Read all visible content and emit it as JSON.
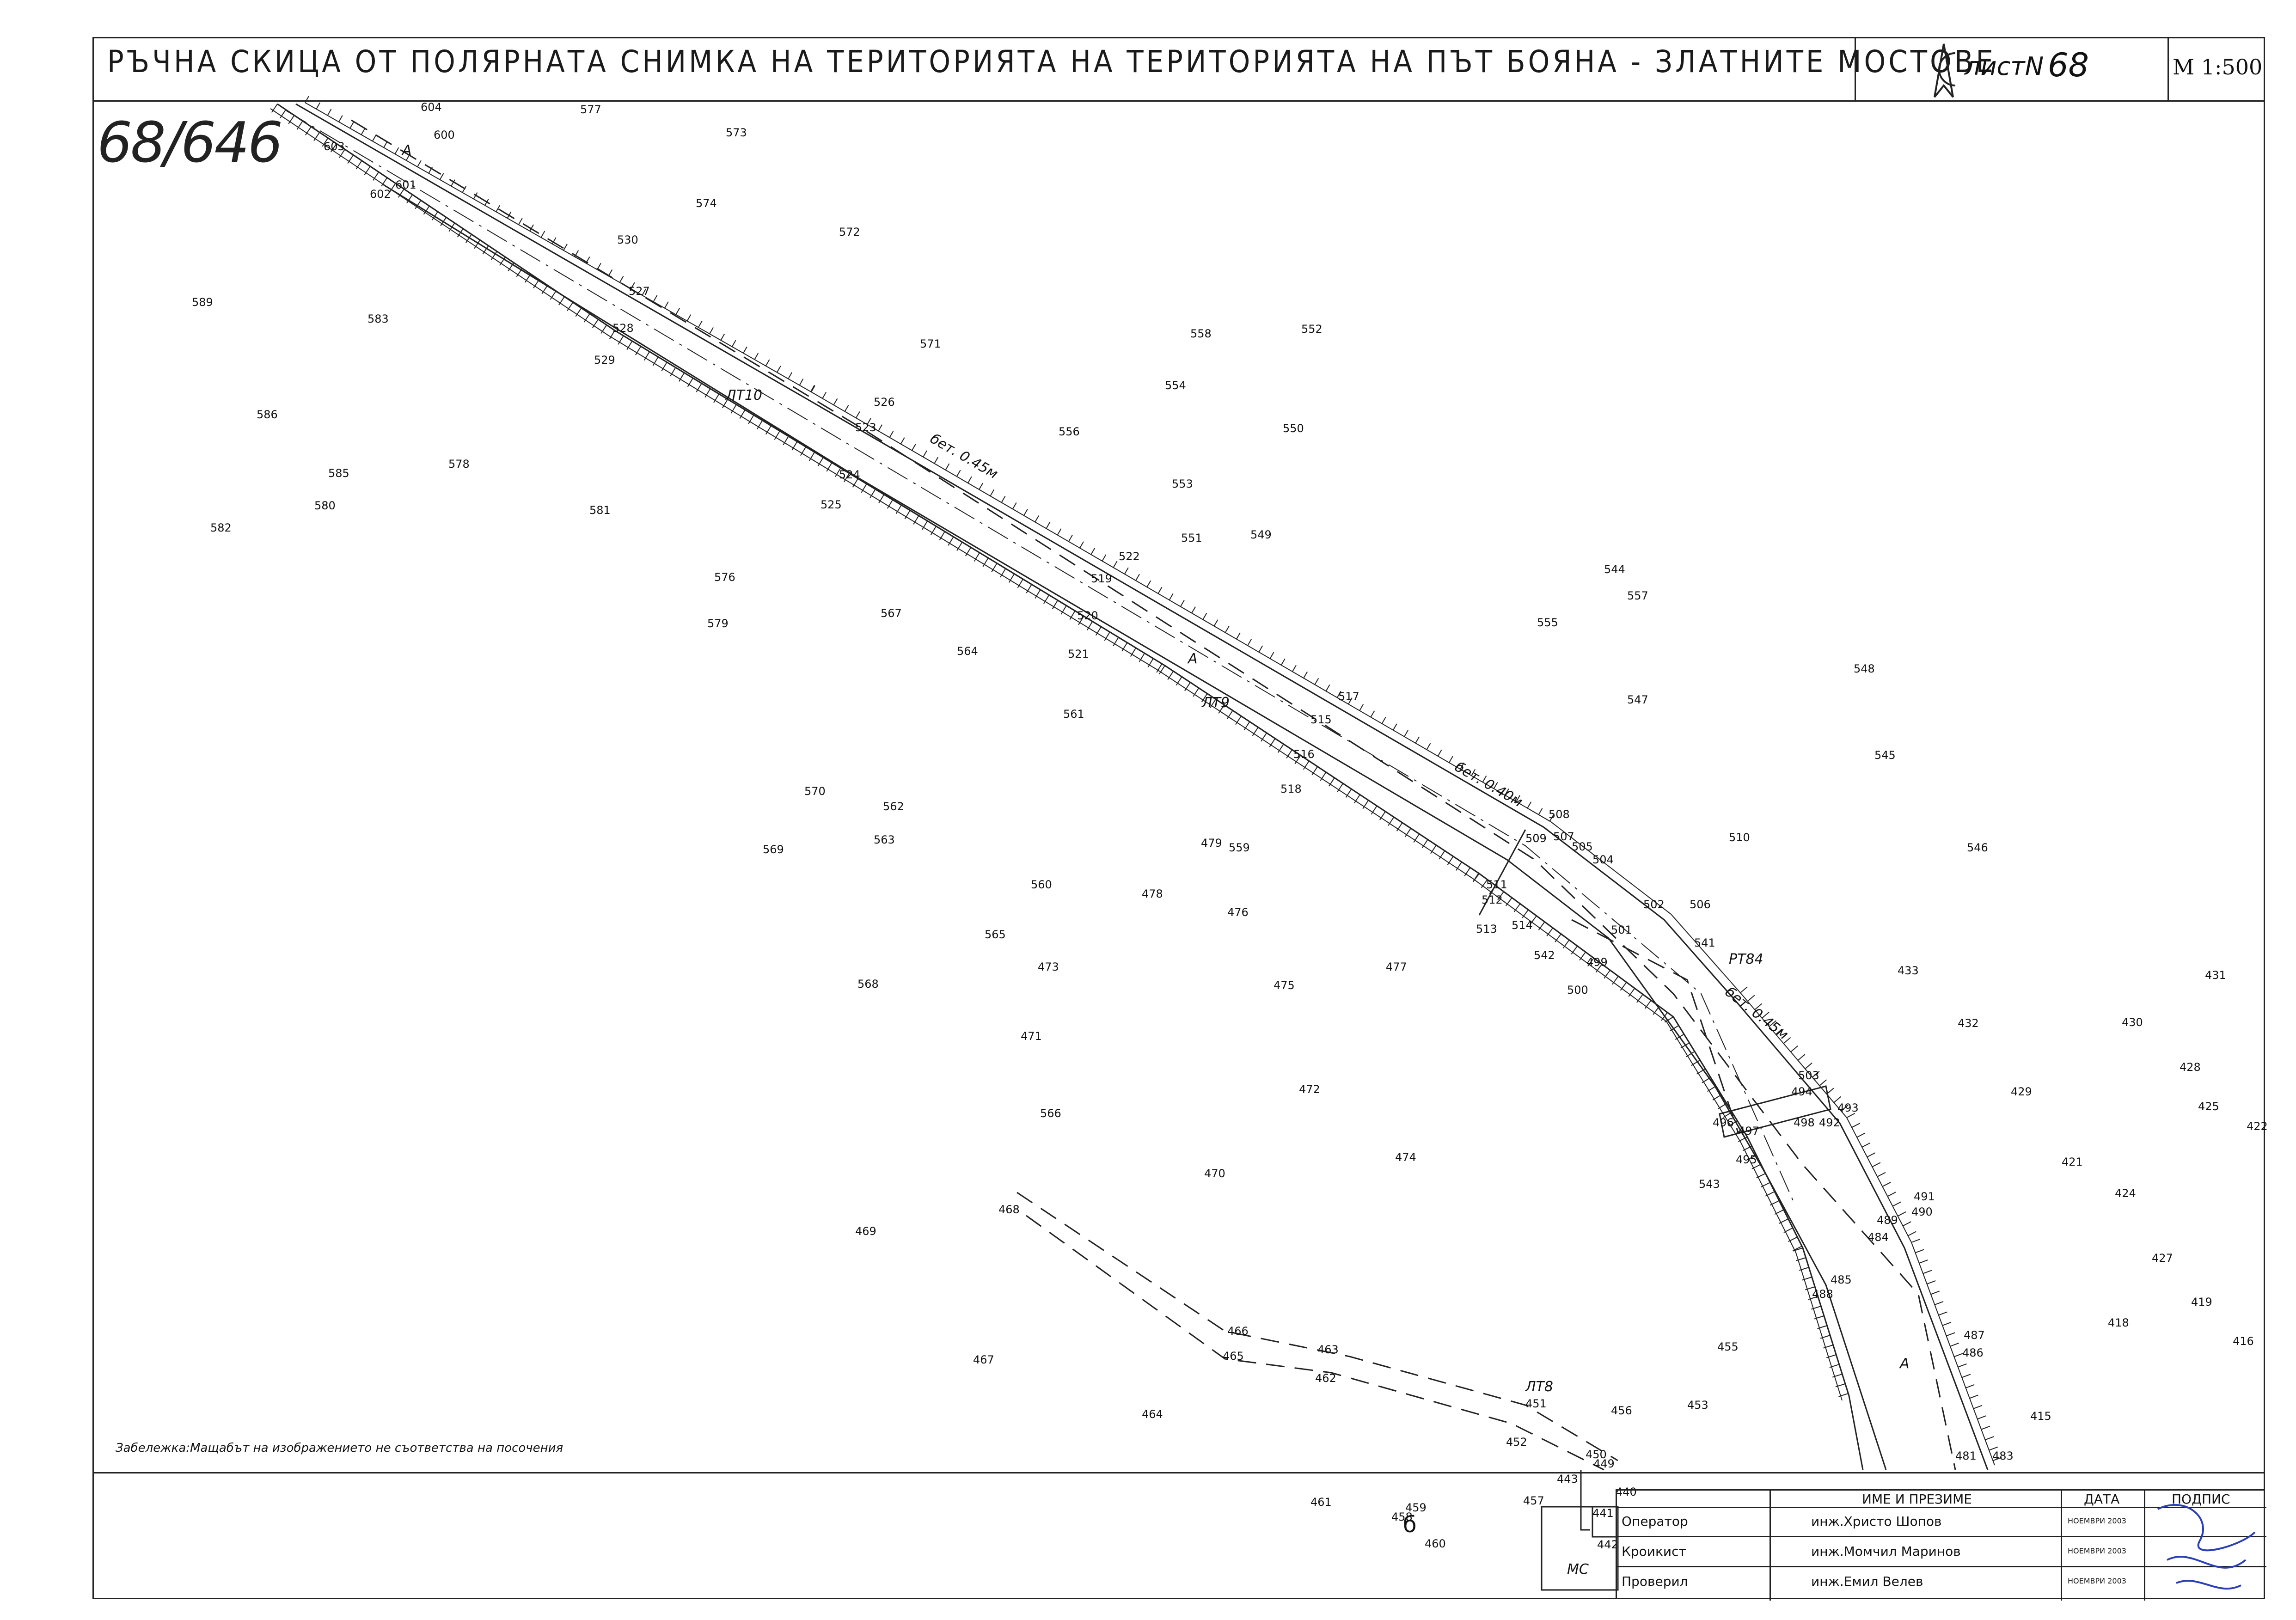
{
  "title_block": {
    "title": "РЪЧНА СКИЦА ОТ ПОЛЯРНАТА СНИМКА НА ТЕРИТОРИЯТА НА ТЕРИТОРИЯТА НА ПЪТ БОЯНА - ЗЛАТНИТЕ МОСТОВЕ",
    "sheet_label": "листN",
    "sheet_number": "68",
    "scale": "M 1:500"
  },
  "handwritten_ref": "68/646",
  "note": "Забележка:Мащабът на изображението не съответства на посочения",
  "signoff": {
    "headers": [
      "ИМЕ И ПРЕЗИМЕ",
      "ДАТА",
      "ПОДПИС"
    ],
    "rows": [
      {
        "role": "Оператор",
        "name": "инж.Христо Шопов",
        "date": "НОЕМВРИ 2003"
      },
      {
        "role": "Кроикист",
        "name": "инж.Момчил Маринов",
        "date": "НОЕМВРИ 2003"
      },
      {
        "role": "Проверил",
        "name": "инж.Емил Велев",
        "date": "НОЕМВРИ 2003"
      }
    ]
  },
  "map_labels": {
    "route_labels": [
      "ЛТ10",
      "ЛТ9",
      "ЛТ8",
      "РТ84"
    ],
    "edge_labels": [
      "бет. 0.45м",
      "бет. 0.40м",
      "бет. 0.45м"
    ],
    "axis_letter": "А",
    "station_label": "МС",
    "building_label": "б"
  },
  "points": [
    "604",
    "577",
    "573",
    "603",
    "600",
    "601",
    "602",
    "574",
    "572",
    "589",
    "583",
    "530",
    "527",
    "528",
    "529",
    "571",
    "558",
    "552",
    "554",
    "550",
    "586",
    "585",
    "578",
    "580",
    "581",
    "582",
    "526",
    "523",
    "524",
    "525",
    "556",
    "553",
    "551",
    "549",
    "522",
    "519",
    "520",
    "521",
    "576",
    "579",
    "567",
    "564",
    "561",
    "544",
    "557",
    "555",
    "548",
    "547",
    "517",
    "515",
    "516",
    "518",
    "545",
    "570",
    "562",
    "563",
    "569",
    "479",
    "559",
    "478",
    "476",
    "560",
    "565",
    "473",
    "568",
    "477",
    "475",
    "508",
    "509",
    "507",
    "505",
    "504",
    "510",
    "546",
    "511",
    "512",
    "513",
    "514",
    "502",
    "506",
    "501",
    "541",
    "542",
    "499",
    "500",
    "433",
    "431",
    "432",
    "430",
    "428",
    "429",
    "425",
    "422",
    "471",
    "472",
    "566",
    "474",
    "470",
    "503",
    "494",
    "493",
    "496",
    "497",
    "498",
    "492",
    "495",
    "543",
    "421",
    "424",
    "491",
    "490",
    "489",
    "484",
    "427",
    "469",
    "468",
    "485",
    "488",
    "419",
    "418",
    "416",
    "466",
    "463",
    "465",
    "462",
    "455",
    "487",
    "486",
    "467",
    "464",
    "451",
    "456",
    "453",
    "415",
    "452",
    "450",
    "449",
    "481",
    "483",
    "443",
    "440",
    "441",
    "442",
    "457",
    "461",
    "459",
    "458",
    "460"
  ]
}
